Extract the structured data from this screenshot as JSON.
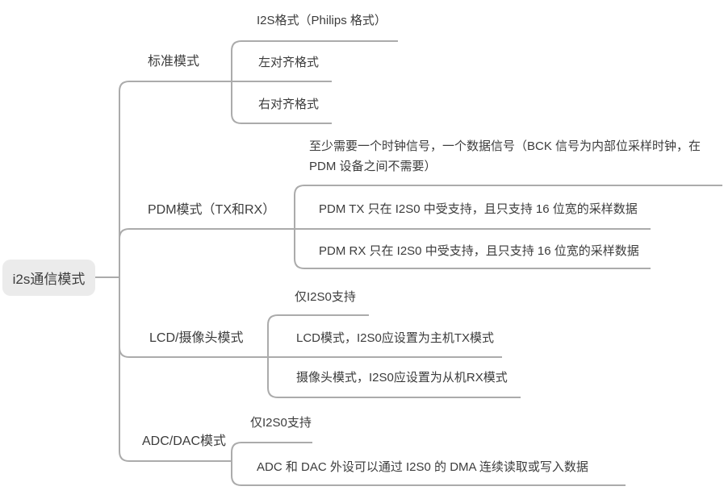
{
  "colors": {
    "background": "#ffffff",
    "line": "#ababab",
    "text": "#3c3c3c",
    "root_background": "#ebebeb"
  },
  "root": {
    "label": "i2s通信模式"
  },
  "branches": [
    {
      "label": "标准模式",
      "children": [
        {
          "text": "I2S格式（Philips 格式）"
        },
        {
          "text": "左对齐格式"
        },
        {
          "text": "右对齐格式"
        }
      ]
    },
    {
      "label": "PDM模式（TX和RX）",
      "children": [
        {
          "lines": [
            "至少需要一个时钟信号，一个数据信号（BCK 信号为内部位采样时钟，在",
            "PDM 设备之间不需要）"
          ]
        },
        {
          "text": "PDM TX 只在 I2S0 中受支持，且只支持 16 位宽的采样数据"
        },
        {
          "text": "PDM RX 只在 I2S0 中受支持，且只支持 16 位宽的采样数据"
        }
      ]
    },
    {
      "label": "LCD/摄像头模式",
      "children": [
        {
          "text": "仅I2S0支持"
        },
        {
          "text": "LCD模式，I2S0应设置为主机TX模式"
        },
        {
          "text": "摄像头模式，I2S0应设置为从机RX模式"
        }
      ]
    },
    {
      "label": "ADC/DAC模式",
      "children": [
        {
          "text": "仅I2S0支持"
        },
        {
          "text": "ADC 和 DAC 外设可以通过 I2S0 的 DMA 连续读取或写入数据"
        }
      ]
    }
  ]
}
